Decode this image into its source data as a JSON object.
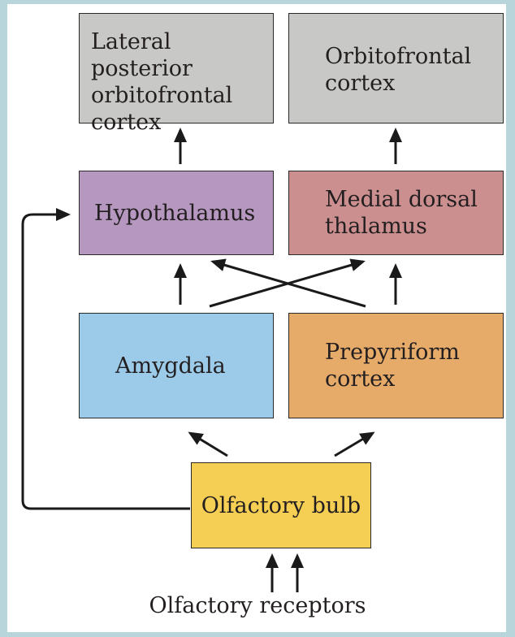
{
  "nodes": {
    "lateral_posterior_ofc": "Lateral posterior\norbitofrontal\ncortex",
    "orbitofrontal_cortex": "Orbitofrontal\ncortex",
    "hypothalamus": "Hypothalamus",
    "medial_dorsal_thalamus": "Medial dorsal\nthalamus",
    "amygdala": "Amygdala",
    "prepyriform_cortex": "Prepyriform\ncortex",
    "olfactory_bulb": "Olfactory bulb"
  },
  "input_label": "Olfactory receptors",
  "colors": {
    "background": "#b9d5dc",
    "cortex": "#c8c8c6",
    "hypothalamus": "#b697c0",
    "thalamus": "#cc8f8f",
    "amygdala": "#9ccbea",
    "prepyriform": "#e6aa69",
    "olfactory_bulb": "#f5cf54",
    "arrow": "#1a1a1a"
  },
  "connections": [
    {
      "from": "olfactory_receptors",
      "to": "olfactory_bulb"
    },
    {
      "from": "olfactory_bulb",
      "to": "amygdala"
    },
    {
      "from": "olfactory_bulb",
      "to": "prepyriform_cortex"
    },
    {
      "from": "olfactory_bulb",
      "to": "hypothalamus"
    },
    {
      "from": "amygdala",
      "to": "hypothalamus"
    },
    {
      "from": "amygdala",
      "to": "medial_dorsal_thalamus"
    },
    {
      "from": "prepyriform_cortex",
      "to": "hypothalamus"
    },
    {
      "from": "prepyriform_cortex",
      "to": "medial_dorsal_thalamus"
    },
    {
      "from": "hypothalamus",
      "to": "lateral_posterior_ofc"
    },
    {
      "from": "medial_dorsal_thalamus",
      "to": "orbitofrontal_cortex"
    }
  ]
}
